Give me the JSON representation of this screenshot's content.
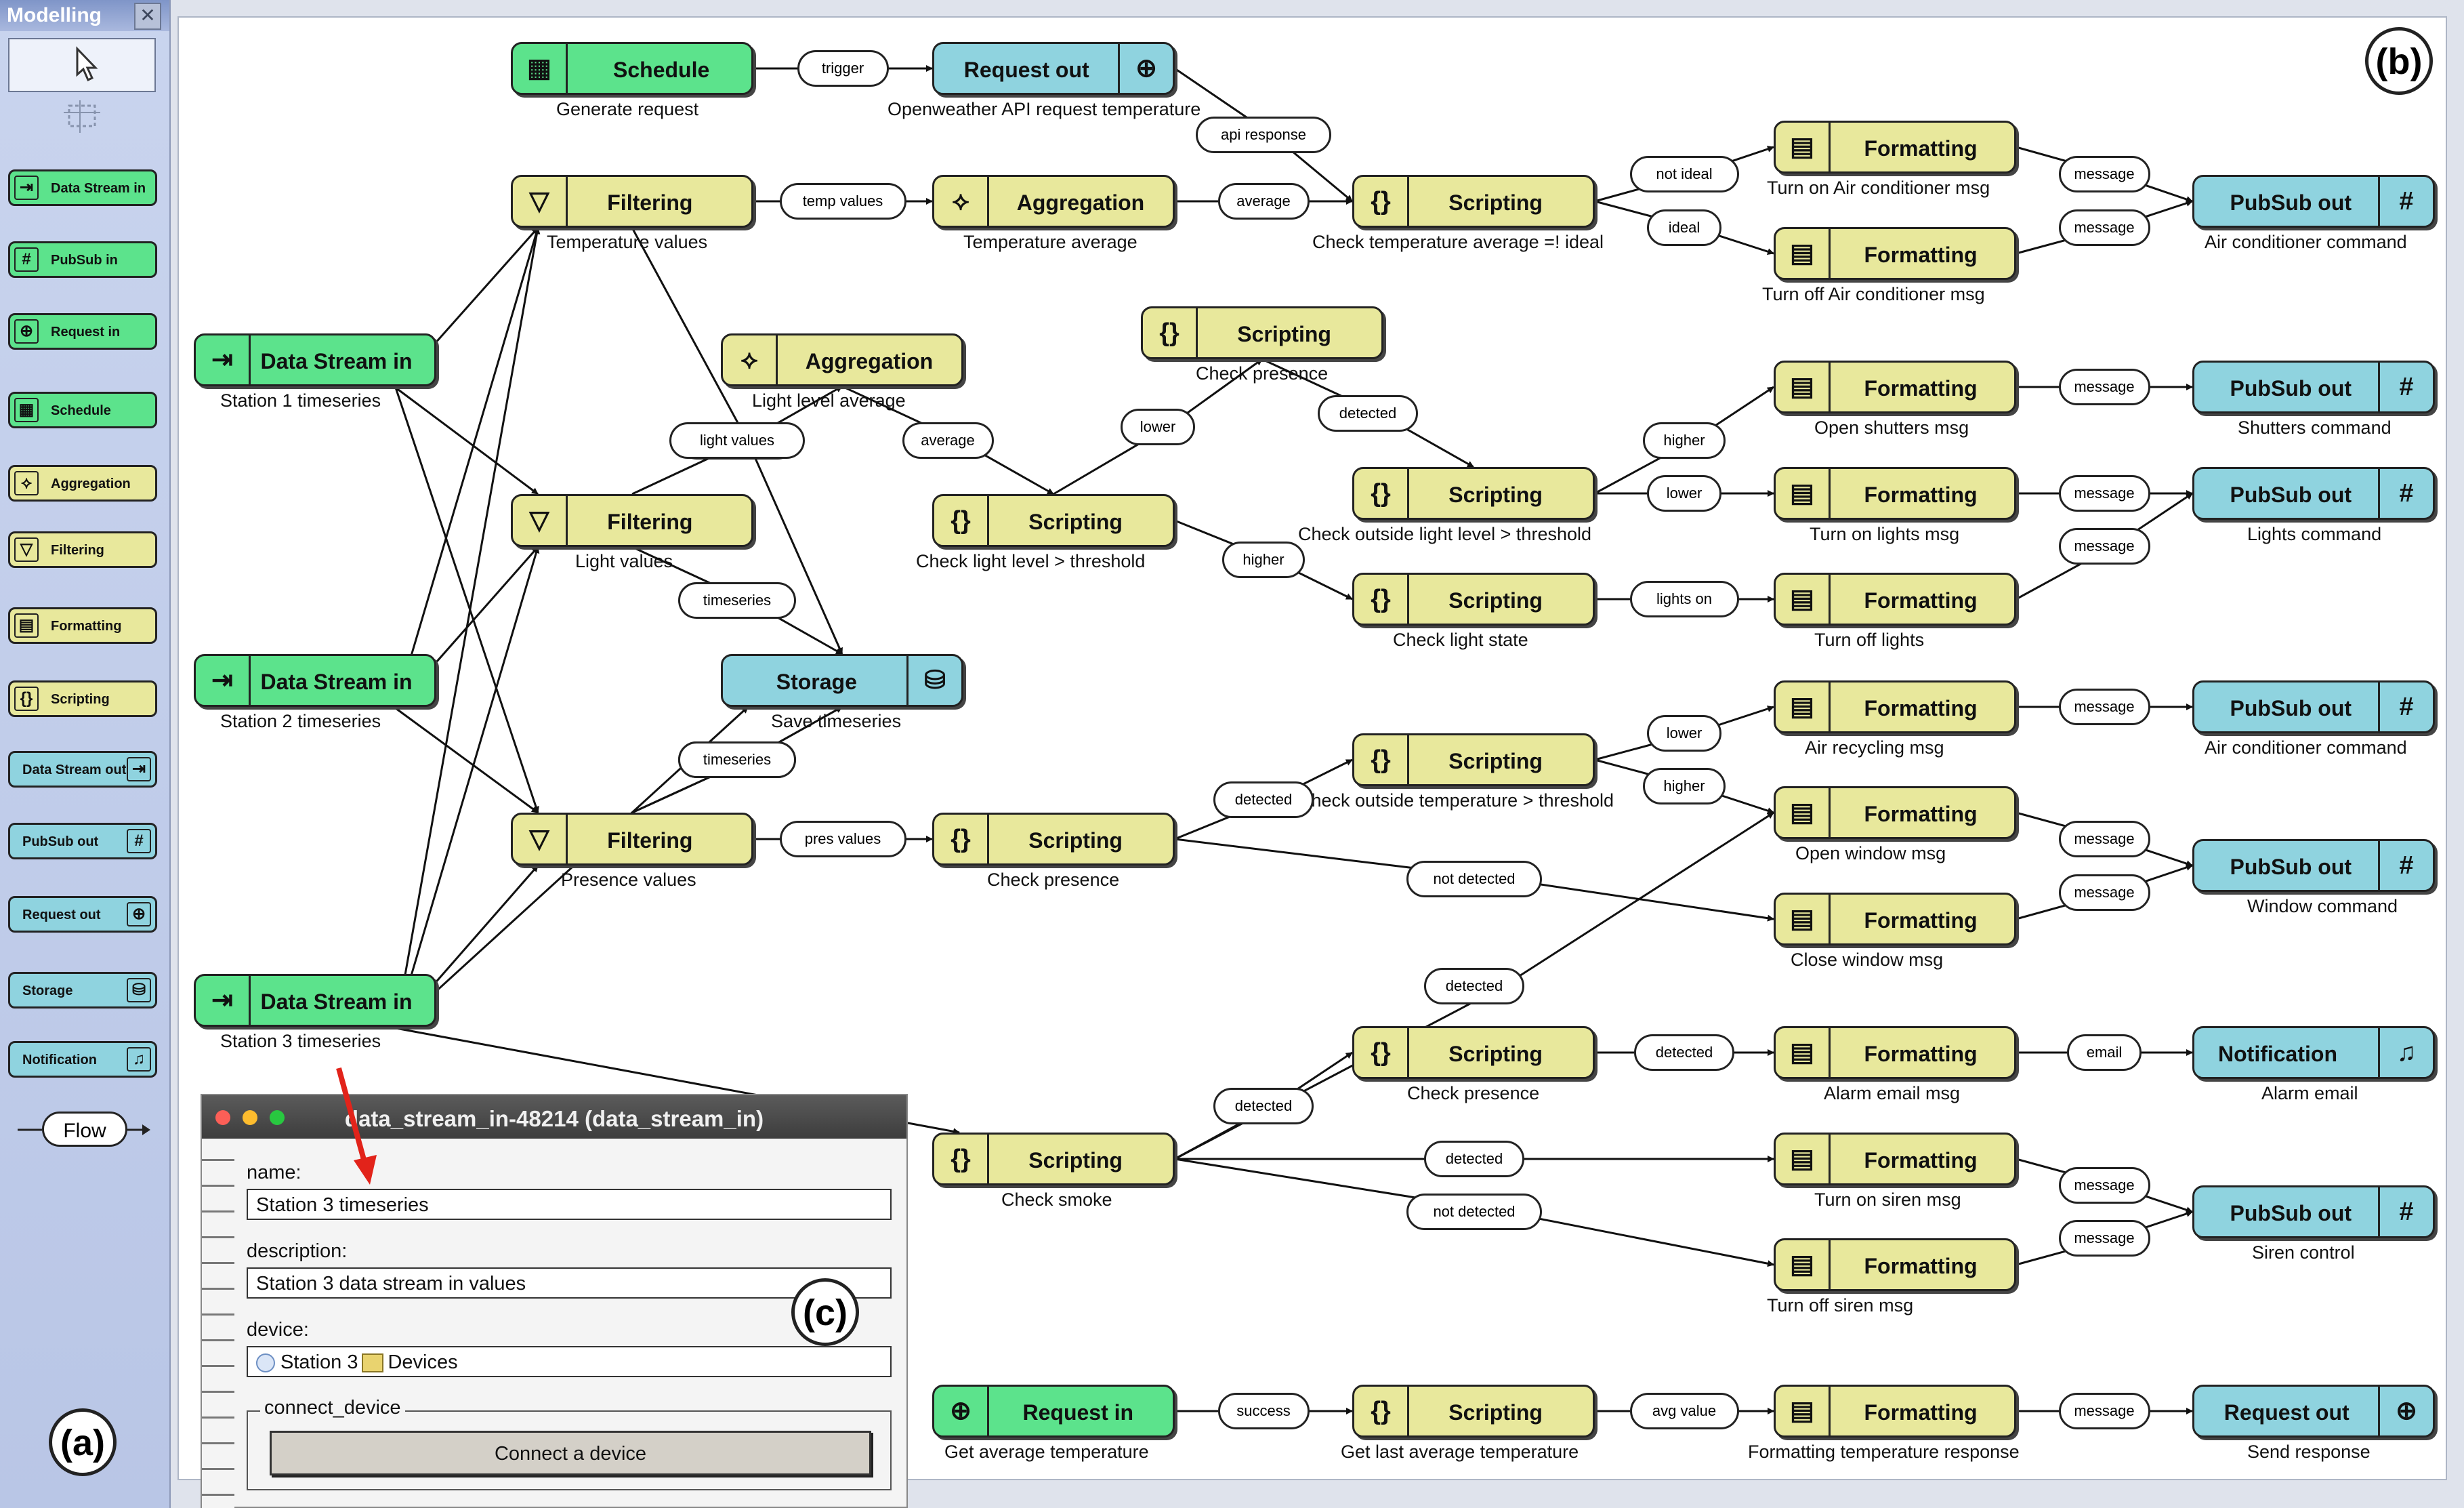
{
  "labels": {
    "a": "(a)",
    "b": "(b)",
    "c": "(c)"
  },
  "palette": {
    "title": "Modelling",
    "close": "✕",
    "items": [
      {
        "label": "Data Stream in",
        "icon": "⇥",
        "color": "green",
        "icon_name": "enter-icon"
      },
      {
        "label": "PubSub in",
        "icon": "#",
        "color": "green",
        "icon_name": "hash-icon"
      },
      {
        "label": "Request in",
        "icon": "⊕",
        "color": "green",
        "icon_name": "globe-icon"
      },
      {
        "label": "Schedule",
        "icon": "▦",
        "color": "green",
        "icon_name": "calendar-icon"
      },
      {
        "label": "Aggregation",
        "icon": "⟡",
        "color": "yellow",
        "icon_name": "aggregation-icon"
      },
      {
        "label": "Filtering",
        "icon": "▽",
        "color": "yellow",
        "icon_name": "funnel-icon"
      },
      {
        "label": "Formatting",
        "icon": "▤",
        "color": "yellow",
        "icon_name": "scroll-icon"
      },
      {
        "label": "Scripting",
        "icon": "{}",
        "color": "yellow",
        "icon_name": "braces-icon"
      },
      {
        "label": "Data Stream out",
        "icon": "⇥",
        "color": "blue",
        "icon_name": "exit-icon"
      },
      {
        "label": "PubSub out",
        "icon": "#",
        "color": "blue",
        "icon_name": "hash-icon"
      },
      {
        "label": "Request out",
        "icon": "⊕",
        "color": "blue",
        "icon_name": "globe-icon"
      },
      {
        "label": "Storage",
        "icon": "⛁",
        "color": "blue",
        "icon_name": "database-icon"
      },
      {
        "label": "Notification",
        "icon": "♫",
        "color": "blue",
        "icon_name": "bell-icon"
      }
    ],
    "flow_label": "Flow"
  },
  "nodes": [
    {
      "id": "n1",
      "label": "Schedule",
      "icon": "▦",
      "icon_name": "calendar-icon",
      "color": "green",
      "caption": "Generate request"
    },
    {
      "id": "n2",
      "label": "Request out",
      "icon": "⊕",
      "icon_name": "globe-icon",
      "color": "blue",
      "caption": "Openweather API request temperature"
    },
    {
      "id": "n3",
      "label": "Filtering",
      "icon": "▽",
      "icon_name": "funnel-icon",
      "color": "yellow",
      "caption": "Temperature values"
    },
    {
      "id": "n4",
      "label": "Aggregation",
      "icon": "⟡",
      "icon_name": "aggregation-icon",
      "color": "yellow",
      "caption": "Temperature average"
    },
    {
      "id": "n5",
      "label": "Scripting",
      "icon": "{}",
      "icon_name": "braces-icon",
      "color": "yellow",
      "caption": "Check temperature average =! ideal"
    },
    {
      "id": "n6",
      "label": "Formatting",
      "icon": "▤",
      "icon_name": "scroll-icon",
      "color": "yellow",
      "caption": "Turn on Air conditioner msg"
    },
    {
      "id": "n7",
      "label": "Formatting",
      "icon": "▤",
      "icon_name": "scroll-icon",
      "color": "yellow",
      "caption": "Turn off Air conditioner msg"
    },
    {
      "id": "n8",
      "label": "PubSub out",
      "icon": "#",
      "icon_name": "hash-icon",
      "color": "blue",
      "caption": "Air conditioner command"
    },
    {
      "id": "n9",
      "label": "Data Stream in",
      "icon": "⇥",
      "icon_name": "enter-icon",
      "color": "green",
      "caption": "Station 1 timeseries"
    },
    {
      "id": "n10",
      "label": "Aggregation",
      "icon": "⟡",
      "icon_name": "aggregation-icon",
      "color": "yellow",
      "caption": "Light level average"
    },
    {
      "id": "n11",
      "label": "Scripting",
      "icon": "{}",
      "icon_name": "braces-icon",
      "color": "yellow",
      "caption": "Check presence"
    },
    {
      "id": "n12",
      "label": "Formatting",
      "icon": "▤",
      "icon_name": "scroll-icon",
      "color": "yellow",
      "caption": "Open shutters msg"
    },
    {
      "id": "n13",
      "label": "PubSub out",
      "icon": "#",
      "icon_name": "hash-icon",
      "color": "blue",
      "caption": "Shutters command"
    },
    {
      "id": "n14",
      "label": "Filtering",
      "icon": "▽",
      "icon_name": "funnel-icon",
      "color": "yellow",
      "caption": "Light values"
    },
    {
      "id": "n15",
      "label": "Scripting",
      "icon": "{}",
      "icon_name": "braces-icon",
      "color": "yellow",
      "caption": "Check light level > threshold"
    },
    {
      "id": "n16",
      "label": "Scripting",
      "icon": "{}",
      "icon_name": "braces-icon",
      "color": "yellow",
      "caption": "Check outside light level > threshold"
    },
    {
      "id": "n17",
      "label": "Formatting",
      "icon": "▤",
      "icon_name": "scroll-icon",
      "color": "yellow",
      "caption": "Turn on lights msg"
    },
    {
      "id": "n18",
      "label": "PubSub out",
      "icon": "#",
      "icon_name": "hash-icon",
      "color": "blue",
      "caption": "Lights command"
    },
    {
      "id": "n19",
      "label": "Scripting",
      "icon": "{}",
      "icon_name": "braces-icon",
      "color": "yellow",
      "caption": "Check light state"
    },
    {
      "id": "n20",
      "label": "Formatting",
      "icon": "▤",
      "icon_name": "scroll-icon",
      "color": "yellow",
      "caption": "Turn  off  lights"
    },
    {
      "id": "n21",
      "label": "Data Stream in",
      "icon": "⇥",
      "icon_name": "enter-icon",
      "color": "green",
      "caption": "Station 2 timeseries"
    },
    {
      "id": "n22",
      "label": "Storage",
      "icon": "⛁",
      "icon_name": "database-icon",
      "color": "blue",
      "caption": "Save timeseries"
    },
    {
      "id": "n23",
      "label": "Formatting",
      "icon": "▤",
      "icon_name": "scroll-icon",
      "color": "yellow",
      "caption": "Air  recycling  msg"
    },
    {
      "id": "n24",
      "label": "PubSub out",
      "icon": "#",
      "icon_name": "hash-icon",
      "color": "blue",
      "caption": "Air conditioner command"
    },
    {
      "id": "n25",
      "label": "Scripting",
      "icon": "{}",
      "icon_name": "braces-icon",
      "color": "yellow",
      "caption": "Check outside temperature > threshold"
    },
    {
      "id": "n26",
      "label": "Filtering",
      "icon": "▽",
      "icon_name": "funnel-icon",
      "color": "yellow",
      "caption": "Presence values"
    },
    {
      "id": "n27",
      "label": "Scripting",
      "icon": "{}",
      "icon_name": "braces-icon",
      "color": "yellow",
      "caption": "Check presence"
    },
    {
      "id": "n28",
      "label": "Formatting",
      "icon": "▤",
      "icon_name": "scroll-icon",
      "color": "yellow",
      "caption": "Open    window    msg"
    },
    {
      "id": "n29",
      "label": "PubSub out",
      "icon": "#",
      "icon_name": "hash-icon",
      "color": "blue",
      "caption": "Window command"
    },
    {
      "id": "n30",
      "label": "Formatting",
      "icon": "▤",
      "icon_name": "scroll-icon",
      "color": "yellow",
      "caption": "Close    window    msg"
    },
    {
      "id": "n31",
      "label": "Data Stream in",
      "icon": "⇥",
      "icon_name": "enter-icon",
      "color": "green",
      "caption": "Station 3 timeseries"
    },
    {
      "id": "n32",
      "label": "Scripting",
      "icon": "{}",
      "icon_name": "braces-icon",
      "color": "yellow",
      "caption": "Check presence"
    },
    {
      "id": "n33",
      "label": "Formatting",
      "icon": "▤",
      "icon_name": "scroll-icon",
      "color": "yellow",
      "caption": "Alarm email msg"
    },
    {
      "id": "n34",
      "label": "Notification",
      "icon": "♫",
      "icon_name": "bell-icon",
      "color": "blue",
      "caption": "Alarm email"
    },
    {
      "id": "n35",
      "label": "Scripting",
      "icon": "{}",
      "icon_name": "braces-icon",
      "color": "yellow",
      "caption": "Check smoke"
    },
    {
      "id": "n36",
      "label": "Formatting",
      "icon": "▤",
      "icon_name": "scroll-icon",
      "color": "yellow",
      "caption": "Turn on siren msg"
    },
    {
      "id": "n37",
      "label": "PubSub out",
      "icon": "#",
      "icon_name": "hash-icon",
      "color": "blue",
      "caption": "Siren control"
    },
    {
      "id": "n38",
      "label": "Formatting",
      "icon": "▤",
      "icon_name": "scroll-icon",
      "color": "yellow",
      "caption": "Turn    off    siren    msg"
    },
    {
      "id": "n39",
      "label": "Request in",
      "icon": "⊕",
      "icon_name": "globe-icon",
      "color": "green",
      "caption": "Get average temperature"
    },
    {
      "id": "n40",
      "label": "Scripting",
      "icon": "{}",
      "icon_name": "braces-icon",
      "color": "yellow",
      "caption": "Get last average temperature"
    },
    {
      "id": "n41",
      "label": "Formatting",
      "icon": "▤",
      "icon_name": "scroll-icon",
      "color": "yellow",
      "caption": "Formatting temperature response"
    },
    {
      "id": "n42",
      "label": "Request out",
      "icon": "⊕",
      "icon_name": "globe-icon",
      "color": "blue",
      "caption": "Send  response"
    }
  ],
  "edges": [
    {
      "from": "n1",
      "to": "n2",
      "label": "trigger"
    },
    {
      "from": "n2",
      "to": "n5",
      "label": "api response"
    },
    {
      "from": "n3",
      "to": "n4",
      "label": "temp values"
    },
    {
      "from": "n4",
      "to": "n5",
      "label": "average"
    },
    {
      "from": "n5",
      "to": "n6",
      "label": "not ideal"
    },
    {
      "from": "n5",
      "to": "n7",
      "label": "ideal"
    },
    {
      "from": "n6",
      "to": "n8",
      "label": "message"
    },
    {
      "from": "n7",
      "to": "n8",
      "label": "message"
    },
    {
      "from": "n3",
      "to": "n22",
      "label": "timeseries"
    },
    {
      "from": "n14",
      "to": "n10",
      "label": "light values"
    },
    {
      "from": "n10",
      "to": "n15",
      "label": "average"
    },
    {
      "from": "n15",
      "to": "n11",
      "label": "lower"
    },
    {
      "from": "n11",
      "to": "n16",
      "label": "detected"
    },
    {
      "from": "n16",
      "to": "n12",
      "label": "higher"
    },
    {
      "from": "n16",
      "to": "n17",
      "label": "lower"
    },
    {
      "from": "n12",
      "to": "n13",
      "label": "message"
    },
    {
      "from": "n17",
      "to": "n18",
      "label": "message"
    },
    {
      "from": "n15",
      "to": "n19",
      "label": "higher"
    },
    {
      "from": "n19",
      "to": "n20",
      "label": "lights on"
    },
    {
      "from": "n20",
      "to": "n18",
      "label": "message"
    },
    {
      "from": "n14",
      "to": "n22",
      "label": "timeseries"
    },
    {
      "from": "n26",
      "to": "n22",
      "label": "timeseries"
    },
    {
      "from": "n26",
      "to": "n27",
      "label": "pres values"
    },
    {
      "from": "n27",
      "to": "n25",
      "label": "detected"
    },
    {
      "from": "n25",
      "to": "n23",
      "label": "lower"
    },
    {
      "from": "n25",
      "to": "n28",
      "label": "higher"
    },
    {
      "from": "n23",
      "to": "n24",
      "label": "message"
    },
    {
      "from": "n28",
      "to": "n29",
      "label": "message"
    },
    {
      "from": "n30",
      "to": "n29",
      "label": "message"
    },
    {
      "from": "n27",
      "to": "n30",
      "label": "not detected"
    },
    {
      "from": "n26",
      "to": "n22",
      "label": "timeseries"
    },
    {
      "from": "n35",
      "to": "n28",
      "label": "detected"
    },
    {
      "from": "n35",
      "to": "n32",
      "label": "detected"
    },
    {
      "from": "n32",
      "to": "n33",
      "label": "detected"
    },
    {
      "from": "n33",
      "to": "n34",
      "label": "email"
    },
    {
      "from": "n35",
      "to": "n36",
      "label": "detected"
    },
    {
      "from": "n36",
      "to": "n37",
      "label": "message"
    },
    {
      "from": "n38",
      "to": "n37",
      "label": "message"
    },
    {
      "from": "n35",
      "to": "n38",
      "label": "not detected"
    },
    {
      "from": "n39",
      "to": "n40",
      "label": "success"
    },
    {
      "from": "n40",
      "to": "n41",
      "label": "avg value"
    },
    {
      "from": "n41",
      "to": "n42",
      "label": "message"
    }
  ],
  "window": {
    "title": "data_stream_in-48214 (data_stream_in)",
    "name_label": "name:",
    "name_value": "Station 3 timeseries",
    "description_label": "description:",
    "description_value": "Station 3 data stream in values",
    "device_label": "device:",
    "device_name": "Station 3",
    "device_group": "Devices",
    "connect_group_label": "connect_device",
    "connect_button": "Connect a device"
  }
}
